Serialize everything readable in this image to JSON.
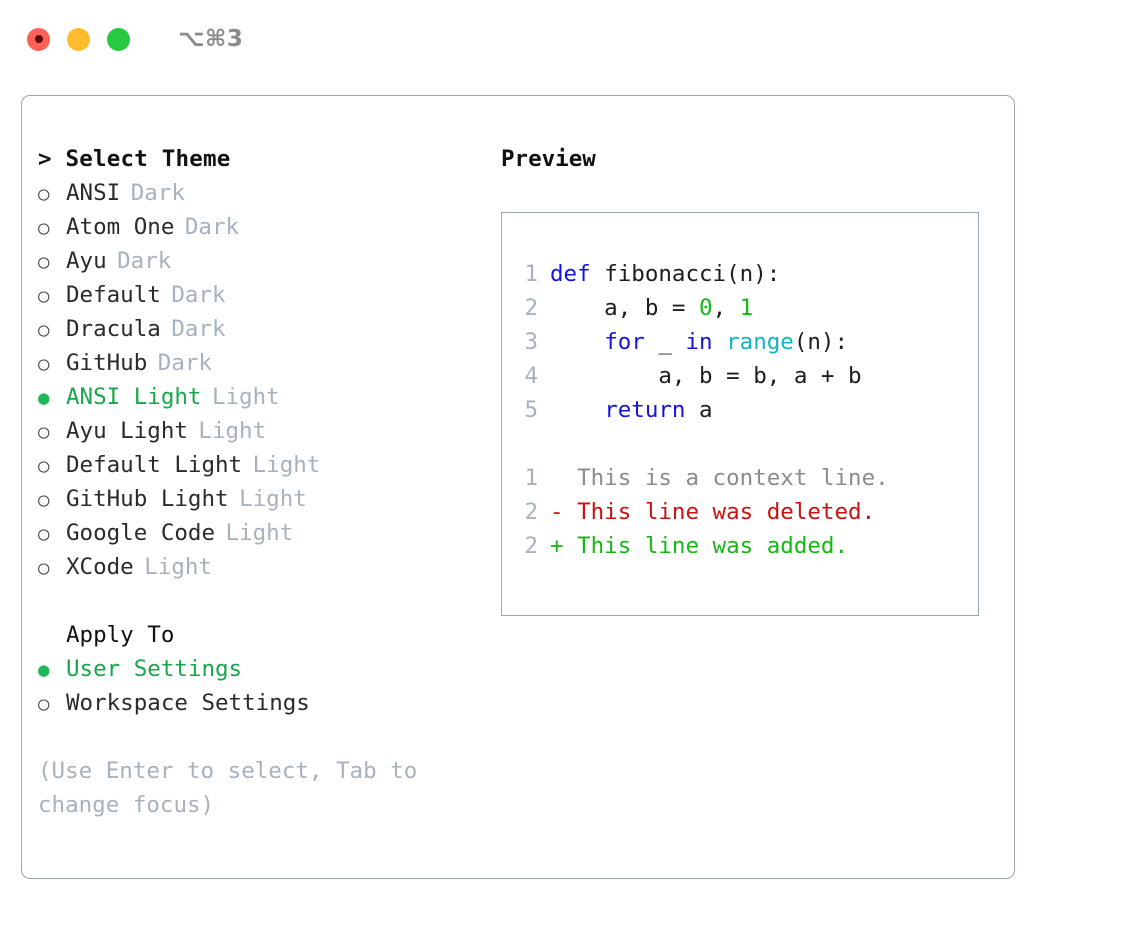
{
  "window": {
    "title": "⌥⌘3",
    "traffic_lights": [
      {
        "name": "close",
        "color": "#ff6159"
      },
      {
        "name": "minimize",
        "color": "#ffbd2e"
      },
      {
        "name": "maximize",
        "color": "#28c840"
      }
    ]
  },
  "colors": {
    "accent_green": "#17a74a",
    "bullet_green": "#1db954",
    "muted": "#a8b2bd",
    "border": "#9aa7b5",
    "keyword_blue": "#1414e0",
    "function_cyan": "#12b5c4",
    "number_green": "#16b814",
    "diff_delete_red": "#cc1111",
    "diff_add_green": "#16b814",
    "context_gray": "#8c8c8c"
  },
  "theme_picker": {
    "heading": "> Select Theme",
    "themes": [
      {
        "bullet": "○",
        "name": "ANSI",
        "kind": "Dark",
        "selected": false
      },
      {
        "bullet": "○",
        "name": "Atom One",
        "kind": "Dark",
        "selected": false
      },
      {
        "bullet": "○",
        "name": "Ayu",
        "kind": "Dark",
        "selected": false
      },
      {
        "bullet": "○",
        "name": "Default",
        "kind": "Dark",
        "selected": false
      },
      {
        "bullet": "○",
        "name": "Dracula",
        "kind": "Dark",
        "selected": false
      },
      {
        "bullet": "○",
        "name": "GitHub",
        "kind": "Dark",
        "selected": false
      },
      {
        "bullet": "●",
        "name": "ANSI Light",
        "kind": "Light",
        "selected": true
      },
      {
        "bullet": "○",
        "name": "Ayu Light",
        "kind": "Light",
        "selected": false
      },
      {
        "bullet": "○",
        "name": "Default Light",
        "kind": "Light",
        "selected": false
      },
      {
        "bullet": "○",
        "name": "GitHub Light",
        "kind": "Light",
        "selected": false
      },
      {
        "bullet": "○",
        "name": "Google Code",
        "kind": "Light",
        "selected": false
      },
      {
        "bullet": "○",
        "name": "XCode",
        "kind": "Light",
        "selected": false
      }
    ],
    "apply_to": {
      "label": "Apply To",
      "options": [
        {
          "bullet": "●",
          "name": "User Settings",
          "selected": true
        },
        {
          "bullet": "○",
          "name": "Workspace Settings",
          "selected": false
        }
      ]
    },
    "hint": "(Use Enter to select, Tab to change focus)"
  },
  "preview": {
    "heading": "Preview",
    "code_lines": [
      {
        "number": "1",
        "tokens": [
          {
            "text": "def ",
            "style": "kw"
          },
          {
            "text": "fibonacci(n):",
            "style": "plain"
          }
        ]
      },
      {
        "number": "2",
        "tokens": [
          {
            "text": "    a, b = ",
            "style": "plain"
          },
          {
            "text": "0",
            "style": "num"
          },
          {
            "text": ", ",
            "style": "plain"
          },
          {
            "text": "1",
            "style": "num"
          }
        ]
      },
      {
        "number": "3",
        "tokens": [
          {
            "text": "    ",
            "style": "plain"
          },
          {
            "text": "for",
            "style": "kw"
          },
          {
            "text": " _ ",
            "style": "plain"
          },
          {
            "text": "in",
            "style": "kw"
          },
          {
            "text": " ",
            "style": "plain"
          },
          {
            "text": "range",
            "style": "fn"
          },
          {
            "text": "(n):",
            "style": "plain"
          }
        ]
      },
      {
        "number": "4",
        "tokens": [
          {
            "text": "        a, b = b, a + b",
            "style": "plain"
          }
        ]
      },
      {
        "number": "5",
        "tokens": [
          {
            "text": "    ",
            "style": "plain"
          },
          {
            "text": "return",
            "style": "kw"
          },
          {
            "text": " a",
            "style": "plain"
          }
        ]
      }
    ],
    "diff_lines": [
      {
        "number": "1",
        "marker": "  ",
        "text": "This is a context line.",
        "style": "ctx"
      },
      {
        "number": "2",
        "marker": "- ",
        "text": "This line was deleted.",
        "style": "del"
      },
      {
        "number": "2",
        "marker": "+ ",
        "text": "This line was added.",
        "style": "add"
      }
    ]
  }
}
